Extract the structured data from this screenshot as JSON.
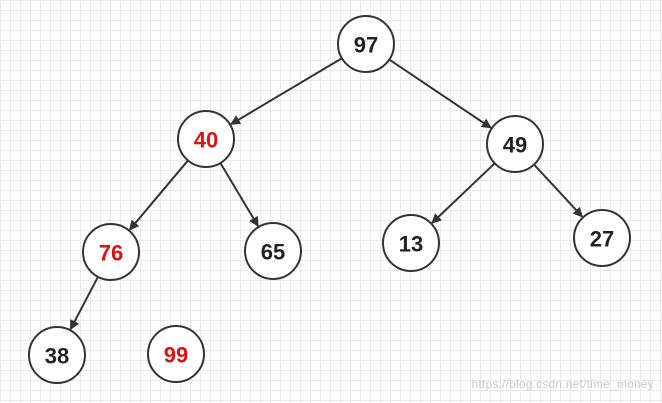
{
  "colors": {
    "highlight": "#e01010",
    "normal": "#222222",
    "stroke": "#333333"
  },
  "nodes": [
    {
      "id": "n97",
      "label": "97",
      "highlight": false
    },
    {
      "id": "n40",
      "label": "40",
      "highlight": true
    },
    {
      "id": "n49",
      "label": "49",
      "highlight": false
    },
    {
      "id": "n76",
      "label": "76",
      "highlight": true
    },
    {
      "id": "n65",
      "label": "65",
      "highlight": false
    },
    {
      "id": "n13",
      "label": "13",
      "highlight": false
    },
    {
      "id": "n27",
      "label": "27",
      "highlight": false
    },
    {
      "id": "n38",
      "label": "38",
      "highlight": false
    },
    {
      "id": "n99",
      "label": "99",
      "highlight": true
    }
  ],
  "edges": [
    {
      "from": "n97",
      "to": "n40"
    },
    {
      "from": "n97",
      "to": "n49"
    },
    {
      "from": "n40",
      "to": "n76"
    },
    {
      "from": "n40",
      "to": "n65"
    },
    {
      "from": "n49",
      "to": "n13"
    },
    {
      "from": "n49",
      "to": "n27"
    },
    {
      "from": "n76",
      "to": "n38"
    }
  ],
  "watermark": "https://blog.csdn.net/time_money"
}
